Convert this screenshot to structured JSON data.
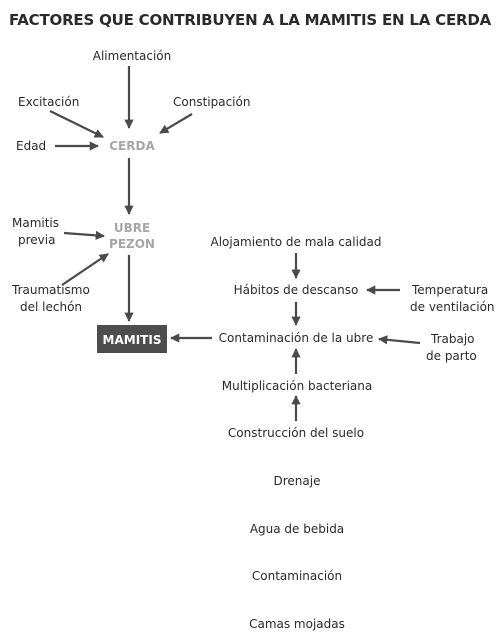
{
  "title": "FACTORES QUE CONTRIBUYEN A LA MAMITIS EN LA CERDA",
  "nodes": {
    "alimentacion": "Alimentación",
    "excitacion": "Excitación",
    "constipacion": "Constipación",
    "edad": "Edad",
    "cerda": "CERDA",
    "mamitis_previa_1": "Mamitis",
    "mamitis_previa_2": "previa",
    "ubre": "UBRE",
    "pezon": "PEZON",
    "traumatismo_1": "Traumatismo",
    "traumatismo_2": "del lechón",
    "mamitis": "MAMITIS",
    "alojamiento": "Alojamiento de mala calidad",
    "habitos": "Hábitos de descanso",
    "temperatura_1": "Temperatura",
    "temperatura_2": "de ventilación",
    "contaminacion_ubre": "Contaminación de la ubre",
    "trabajo_1": "Trabajo",
    "trabajo_2": "de parto",
    "multiplicacion": "Multiplicación bacteriana",
    "construccion": "Construcción del suelo",
    "drenaje": "Drenaje",
    "agua": "Agua de bebida",
    "contaminacion": "Contaminación",
    "camas": "Camas mojadas"
  },
  "colors": {
    "text": "#2a2a2a",
    "grey_node": "#a6a6a6",
    "mamitis_box": "#4d4d4d",
    "arrow": "#4a4a4a"
  }
}
